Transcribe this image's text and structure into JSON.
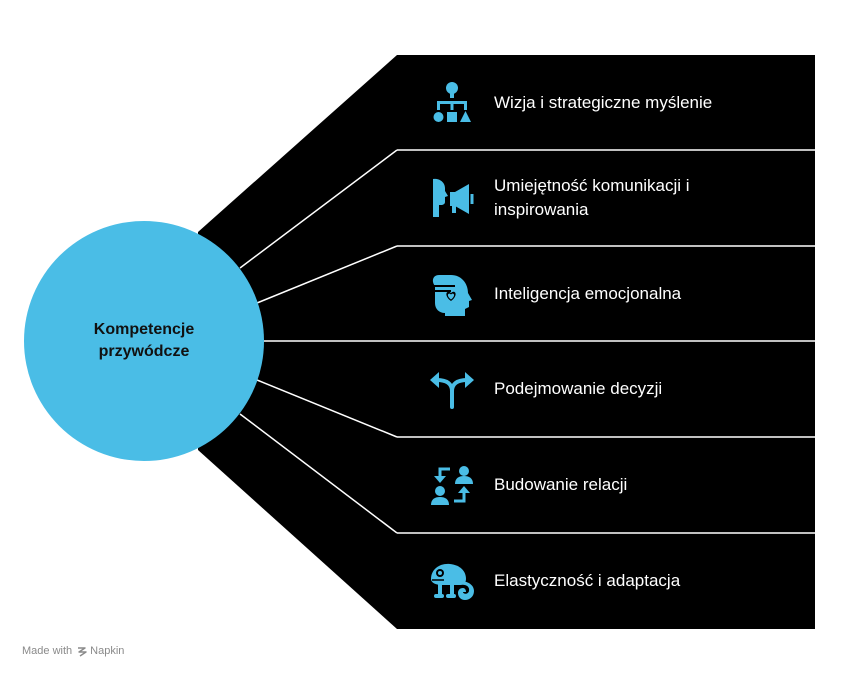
{
  "hub": {
    "title": "Kompetencje przywódcze",
    "color": "#4ABDE6"
  },
  "items": [
    {
      "label": "Wizja i strategiczne myślenie",
      "icon": "strategy-flowchart-icon"
    },
    {
      "label": "Umiejętność komunikacji i inspirowania",
      "icon": "megaphone-speaker-icon"
    },
    {
      "label": "Inteligencja emocjonalna",
      "icon": "head-with-heart-icon"
    },
    {
      "label": "Podejmowanie decyzji",
      "icon": "split-arrows-icon"
    },
    {
      "label": "Budowanie relacji",
      "icon": "people-exchange-icon"
    },
    {
      "label": "Elastyczność i adaptacja",
      "icon": "chameleon-icon"
    }
  ],
  "colors": {
    "panel": "#000000",
    "icon": "#4ABDE6",
    "item_text": "#FFFFFF",
    "footer_text": "#8A8A8A"
  },
  "footer": {
    "made_with": "Made with",
    "brand": "Napkin"
  }
}
